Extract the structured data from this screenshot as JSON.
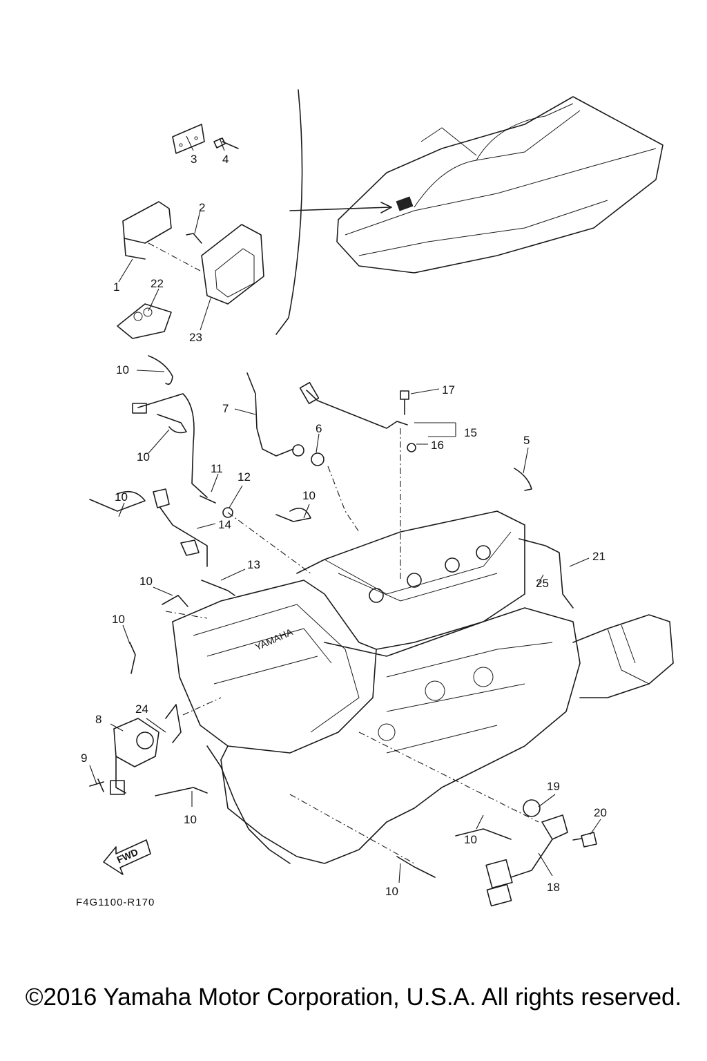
{
  "drawing_code": "F4G1100-R170",
  "copyright": "©2016 Yamaha Motor Corporation, U.S.A. All rights reserved.",
  "fwd_label": "FWD",
  "cover_brand": "YAMAHA",
  "callouts": [
    "1",
    "2",
    "3",
    "4",
    "5",
    "6",
    "7",
    "8",
    "9",
    "10",
    "11",
    "12",
    "13",
    "14",
    "15",
    "16",
    "17",
    "18",
    "19",
    "20",
    "21",
    "22",
    "23",
    "24",
    "25"
  ],
  "icons": [
    "fwd-arrow-icon",
    "watercraft-illustration",
    "engine-illustration"
  ]
}
